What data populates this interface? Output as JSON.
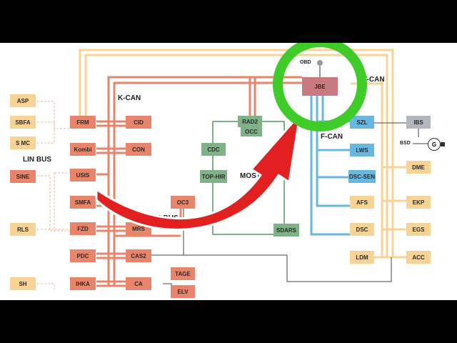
{
  "diagram": {
    "bus_labels": {
      "kcan": "K-CAN",
      "tcan": "T-CAN",
      "fcan": "F-CAN",
      "linbus": "LIN BUS",
      "most": "MOST",
      "kbus": "K-BUS"
    },
    "small_labels": {
      "obd": "OBD",
      "bsd": "BSD",
      "g": "G"
    },
    "modules": {
      "asp": "ASP",
      "sbfa": "SBFA",
      "smc": "S MC",
      "sine": "SINE",
      "rls": "RLS",
      "sh": "SH",
      "frm": "FRM",
      "kombi": "Kombi",
      "usis": "USIS",
      "smfa": "SMFA",
      "fzd": "FZD",
      "pdc": "PDC",
      "ihka": "IHKA",
      "cid": "CID",
      "con": "CON",
      "mrs": "MRS",
      "cas2": "CAS2",
      "ca": "CA",
      "oc3": "OC3",
      "tage": "TAGE",
      "elv": "ELV",
      "rad2": "RAD2",
      "occ": "OCC",
      "cdc": "CDC",
      "tophir": "TOP-HIR",
      "sdars": "SDARS",
      "jbe": "JBE",
      "szl": "SZL",
      "lws": "LWS",
      "dscsen": "DSC-SEN",
      "afs": "AFS",
      "dsc": "DSC",
      "ldm": "LDM",
      "ibs": "IBS",
      "dme": "DME",
      "ekp": "EKP",
      "egs": "EGS",
      "acc": "ACC"
    }
  },
  "colors": {
    "kcan": "#e8846a",
    "ptcan": "#f8d394",
    "most": "#7fb287",
    "fcan": "#67b7e0",
    "gray": "#b2b6bd",
    "jbe": "#c97a80",
    "arrow": "#e1201f",
    "highlight_ring": "#3fcc28"
  },
  "annotations": {
    "circle_icon": "green-highlight-circle",
    "arrow_icon": "red-curved-arrow"
  }
}
